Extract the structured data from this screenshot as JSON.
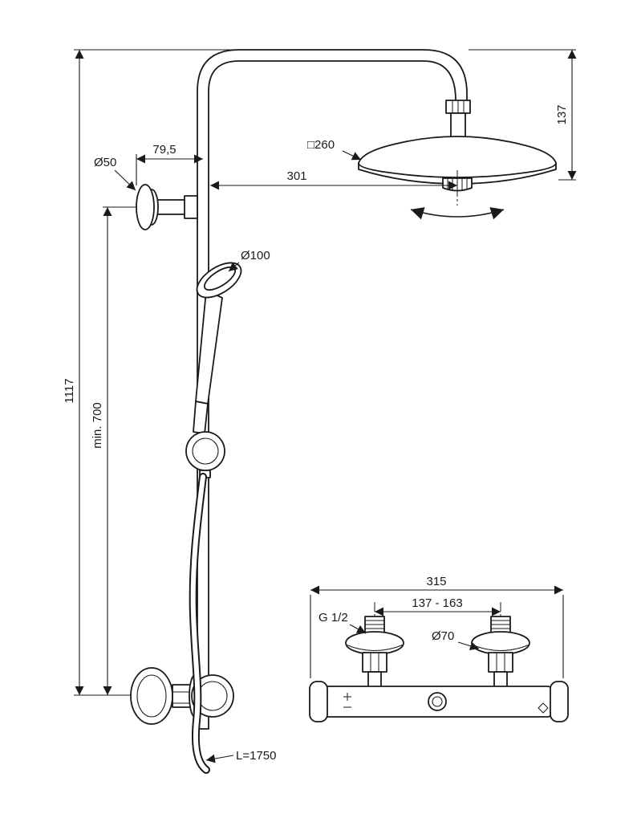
{
  "drawing": {
    "background": "#ffffff",
    "line_color": "#1a1a1a",
    "labels": {
      "overall_height": "1117",
      "min_height": "min. 700",
      "bracket_diameter": "Ø50",
      "bracket_offset": "79,5",
      "head_drop": "137",
      "head_size": "□260",
      "head_reach": "301",
      "handspray_diameter": "Ø100",
      "hose_length": "L=1750",
      "mixer_width": "315",
      "connection_spacing": "137 - 163",
      "connection_thread": "G 1/2",
      "escutcheon_diameter": "Ø70"
    }
  }
}
